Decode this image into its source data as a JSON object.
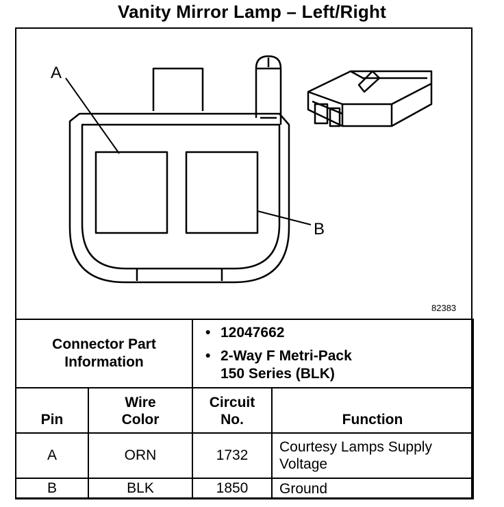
{
  "title": "Vanity Mirror Lamp – Left/Right",
  "diagram": {
    "callout_a": "A",
    "callout_b": "B",
    "figure_number": "82383"
  },
  "connector_info": {
    "label_line1": "Connector Part",
    "label_line2": "Information",
    "items": [
      "12047662",
      "2-Way F Metri-Pack",
      "150 Series (BLK)"
    ],
    "bullet": "•"
  },
  "table": {
    "headers": {
      "pin": "Pin",
      "wire_color_1": "Wire",
      "wire_color_2": "Color",
      "circuit_1": "Circuit",
      "circuit_2": "No.",
      "function": "Function"
    },
    "rows": [
      {
        "pin": "A",
        "color": "ORN",
        "circuit": "1732",
        "function_1": "Courtesy Lamps Supply",
        "function_2": "Voltage"
      },
      {
        "pin": "B",
        "color": "BLK",
        "circuit": "1850",
        "function_1": "Ground",
        "function_2": ""
      }
    ]
  }
}
